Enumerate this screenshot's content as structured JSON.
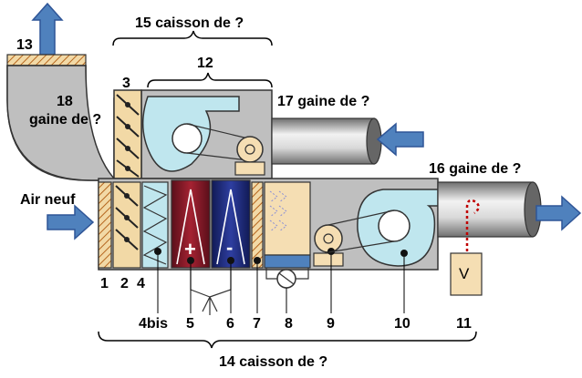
{
  "captions": {
    "caisson_top": "15 caisson de ?",
    "caisson_bottom": "14 caisson de ?",
    "gaine_17": "17 gaine de ?",
    "gaine_16": "16 gaine de ?",
    "gaine_18_line1": "18",
    "gaine_18_line2": "gaine de ?",
    "air_neuf": "Air neuf",
    "v_box": "V",
    "heater_sign": "+",
    "cooler_sign": "-"
  },
  "numbers": {
    "n1": "1",
    "n2": "2",
    "n3": "3",
    "n4": "4",
    "n4bis": "4bis",
    "n5": "5",
    "n6": "6",
    "n7": "7",
    "n8": "8",
    "n9": "9",
    "n10": "10",
    "n11": "11",
    "n12": "12",
    "n13": "13"
  },
  "colors": {
    "casing": "#bfbfbf",
    "duct_dark": "#7f7f7f",
    "fan": "#bfe6ee",
    "arrow": "#4f81bd",
    "damper": "#f2d9a6",
    "heater": "#8b1a2b",
    "cooler": "#1f2a7a",
    "humidifier": "#f5deb3",
    "sensor": "#f5deb3",
    "probe_line": "#c00000"
  }
}
